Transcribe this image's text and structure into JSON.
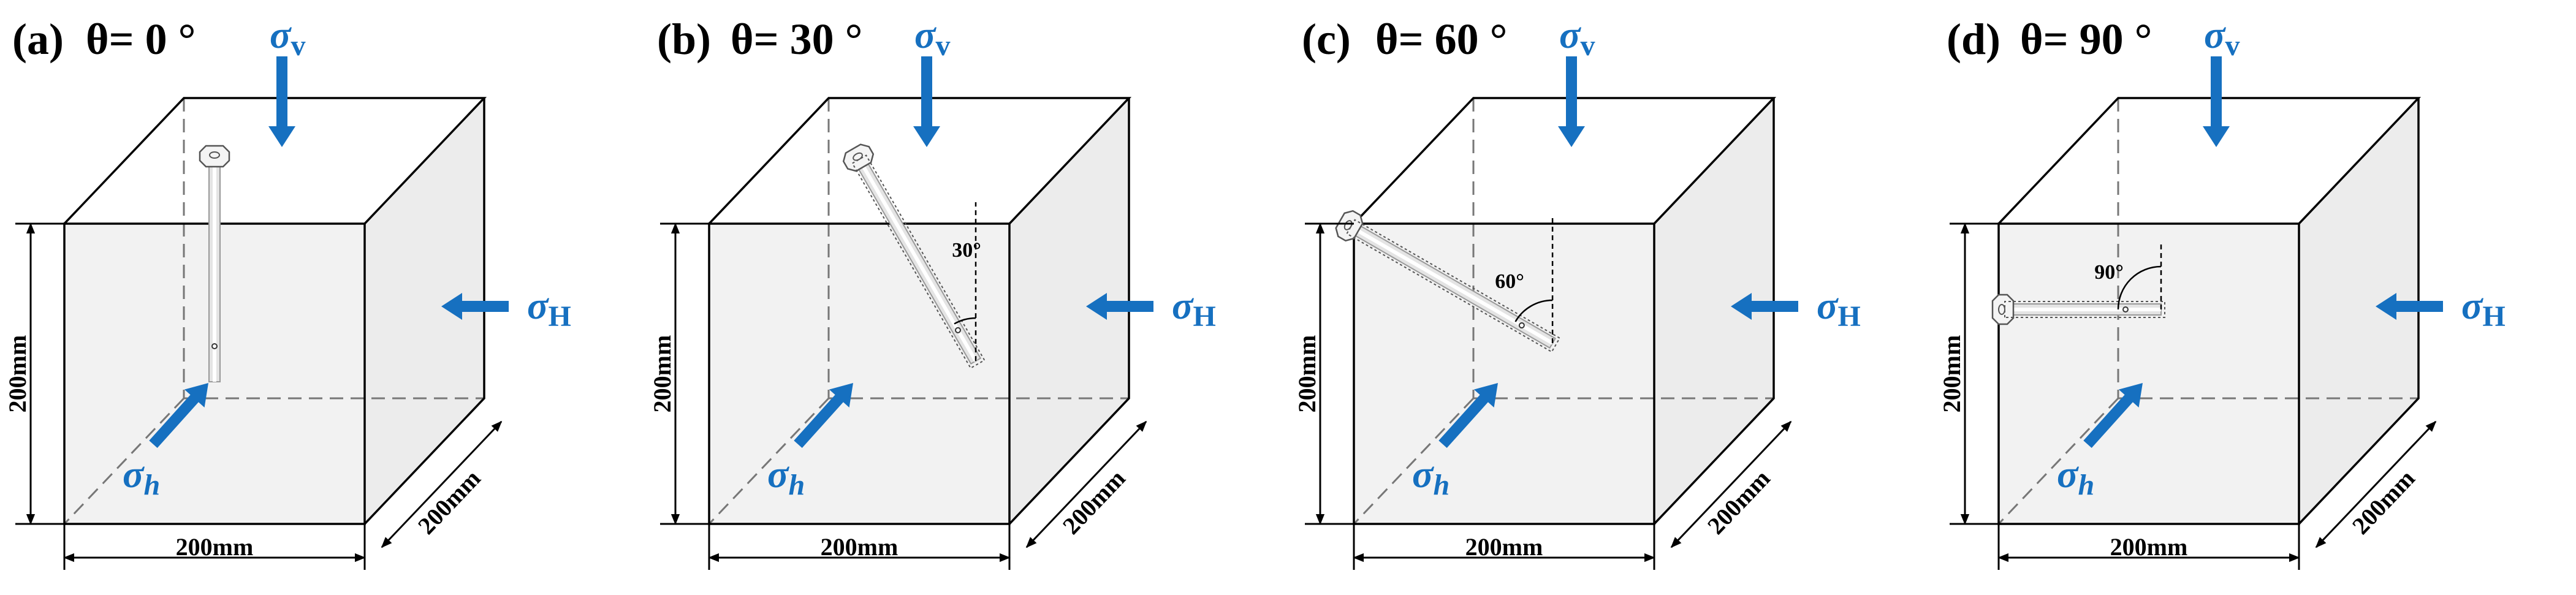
{
  "colors": {
    "arrow": "#1670c0",
    "ink": "#000000",
    "face_front": "#f2f2f2",
    "face_top": "#ffffff",
    "face_side": "#ececec"
  },
  "panels": [
    {
      "label": "(a)",
      "theta": "θ= 0 °",
      "angle_label": "",
      "angle_deg": 0
    },
    {
      "label": "(b)",
      "theta": "θ= 30 °",
      "angle_label": "30°",
      "angle_deg": 30
    },
    {
      "label": "(c)",
      "theta": "θ= 60 °",
      "angle_label": "60°",
      "angle_deg": 60
    },
    {
      "label": "(d)",
      "theta": "θ= 90 °",
      "angle_label": "90°",
      "angle_deg": 90
    }
  ],
  "stress": {
    "sigma": "σ",
    "v": "v",
    "H": "H",
    "h": "h"
  },
  "dims": {
    "height": "200mm",
    "width": "200mm",
    "depth": "200mm"
  }
}
